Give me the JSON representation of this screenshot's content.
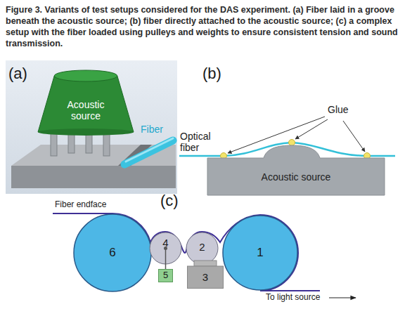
{
  "diagram": {
    "caption": "Figure 3. Variants of test setups considered for the DAS experiment. (a) Fiber laid in a groove beneath the acoustic source; (b) fiber directly attached to the acoustic source; (c) a complex setup with the fiber loaded using pulleys and weights to ensure consistent tension and sound transmission.",
    "nodes": [
      {
        "text": [
          "Acoustic source"
        ]
      },
      {
        "text": [
          "Acoustic source"
        ]
      },
      {
        "text": [
          "6"
        ]
      },
      {
        "text": [
          "4"
        ]
      },
      {
        "text": [
          "5"
        ]
      },
      {
        "text": [
          "2"
        ]
      },
      {
        "text": [
          "3"
        ]
      },
      {
        "text": [
          "1"
        ]
      }
    ],
    "edges": [
      {
        "from": 3,
        "to": 4,
        "arrow": "none"
      }
    ],
    "labels": [
      "(a)",
      "Fiber",
      "(b)",
      "Optical fiber",
      "Glue",
      "(c)",
      "Fiber endface",
      "To light source"
    ]
  }
}
